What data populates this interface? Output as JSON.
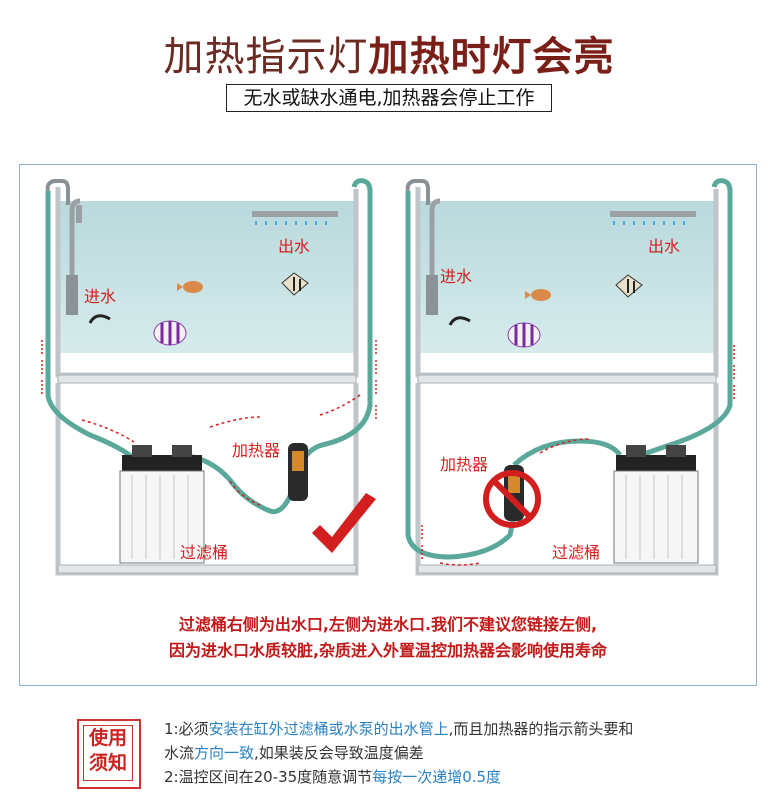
{
  "header": {
    "title_part1": "加热指示灯",
    "title_part2": "加热时灯会亮",
    "subtitle": "无水或缺水通电,加热器会停止工作"
  },
  "left_diagram": {
    "outlet_label": "出水",
    "inlet_label": "进水",
    "heater_label": "加热器",
    "filter_label": "过滤桶"
  },
  "right_diagram": {
    "outlet_label": "出水",
    "inlet_label": "进水",
    "heater_label": "加热器",
    "filter_label": "过滤桶"
  },
  "note": {
    "line1": "过滤桶右侧为出水口,左侧为进水口.我们不建议您链接左侧,",
    "line2": "因为进水口水质较脏,杂质进入外置温控加热器会影响使用寿命"
  },
  "usage": {
    "badge_line1": "使用",
    "badge_line2": "须知",
    "item1_a": "1:必须",
    "item1_b": "安装在缸外过滤桶或水泵的出水管上",
    "item1_c": ",而且加热器的指示箭头要和",
    "item1_d": "水流",
    "item1_e": "方向一致",
    "item1_f": ",如果装反会导致温度偏差",
    "item2_a": "2:温控区间在20-35度随意调节",
    "item2_b": "每按一次递增0.5度"
  },
  "colors": {
    "title": "#6b2a22",
    "label_red": "#d62020",
    "water": "#c8e2e4",
    "hose": "#5aa89a",
    "highlight_blue": "#2a82c2",
    "check_red": "#d21e1e"
  },
  "icons": {
    "correct": "checkmark-icon",
    "wrong": "prohibited-icon"
  }
}
